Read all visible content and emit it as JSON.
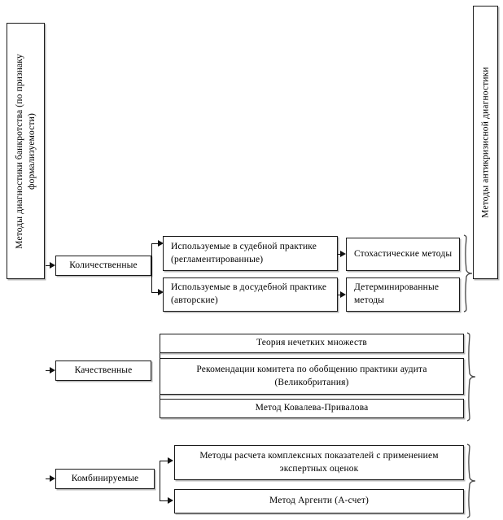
{
  "diagram": {
    "title_right": "Методы антикризисной диагностики",
    "title_left": "Методы диагностики банкротства  (по признаку формализуемости)",
    "categories": [
      {
        "id": "quantitative",
        "label": "Количественные",
        "children": [
          "Используемые в судебной практике (регламентированные)",
          "Используемые в досудебной практике (авторские)"
        ],
        "grandchildren": [
          "Стохастические методы",
          "Детерминированные методы"
        ]
      },
      {
        "id": "qualitative",
        "label": "Качественные",
        "children": [
          "Теория нечетких множеств",
          "Рекомендации комитета по обобщению практики аудита (Великобритания)",
          "Метод Ковалева-Привалова"
        ],
        "grandchildren": []
      },
      {
        "id": "combined",
        "label": "Комбинируемые",
        "children": [
          "Методы расчета комплексных  показателей с применением экспертных оценок",
          "Метод Аргенти (А-счет)"
        ],
        "grandchildren": []
      }
    ]
  },
  "colors": {
    "border": "#1a1a1a",
    "background": "#ffffff",
    "text": "#000000",
    "shadow": "#787878"
  }
}
